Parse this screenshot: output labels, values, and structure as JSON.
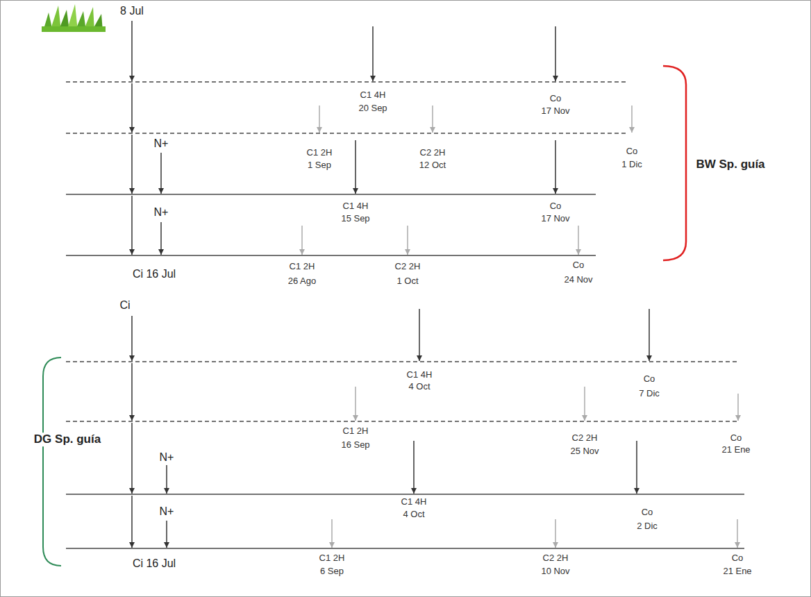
{
  "diagram": {
    "labels": [
      "8 Jul",
      "C1 4H",
      "20 Sep",
      "Co",
      "17 Nov",
      "C1 2H",
      "1 Sep",
      "C2 2H",
      "12 Oct",
      "Co",
      "1 Dic",
      "N+",
      "BW Sp. guía",
      "C1 4H",
      "15 Sep",
      "Co",
      "17 Nov",
      "N+",
      "C1 2H",
      "26 Ago",
      "C2 2H",
      "1 Oct",
      "Co",
      "24 Nov",
      "Ci 16 Jul",
      "Ci",
      "C1 4H",
      "4 Oct",
      "Co",
      "7 Dic",
      "C1 2H",
      "16 Sep",
      "DG Sp. guía",
      "C2 2H",
      "25 Nov",
      "Co",
      "21 Ene",
      "N+",
      "C1 4H",
      "4 Oct",
      "Co",
      "2 Dic",
      "N+",
      "C1 2H",
      "6 Sep",
      "C2 2H",
      "10 Nov",
      "Co",
      "21 Ene",
      "Ci 16 Jul"
    ]
  }
}
